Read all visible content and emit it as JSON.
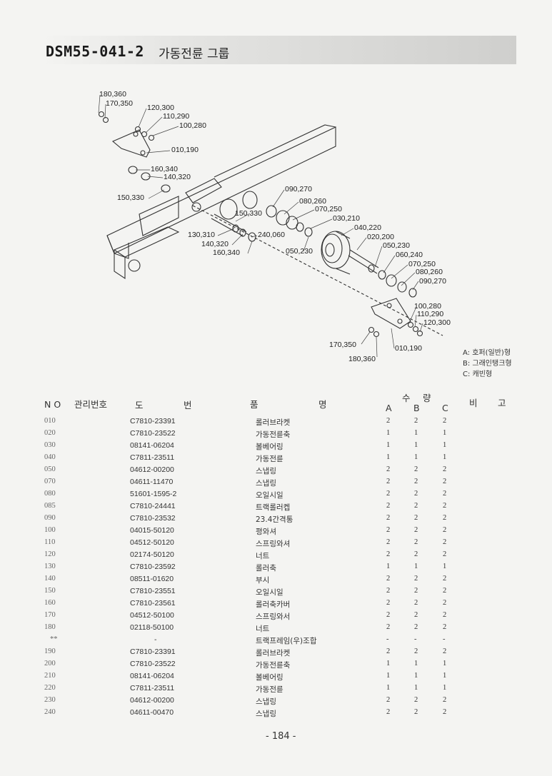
{
  "header": {
    "code": "DSM55-041-2",
    "name": "가동전륜 그룹"
  },
  "callouts": [
    "180,360",
    "170,350",
    "120,300",
    "110,290",
    "100,280",
    "010,190",
    "160,340",
    "140,320",
    "150,330",
    "090,270",
    "080,260",
    "070,250",
    "150,330",
    "030,210",
    "040,220",
    "020,200",
    "130,310",
    "240,060",
    "140,320",
    "050,230",
    "160,340",
    "050,230",
    "060,240",
    "070,250",
    "080,260",
    "090,270",
    "100,280",
    "110,290",
    "120,300",
    "170,350",
    "010,190",
    "180,360"
  ],
  "legend": {
    "a": "A: 호퍼(일반)형",
    "b": "B: 그래인탱크형",
    "c": "C: 캐빈형"
  },
  "table_header": {
    "no": "N O",
    "mgmt": "관리번호",
    "drawing_1": "도",
    "drawing_2": "번",
    "name_1": "품",
    "name_2": "명",
    "qty_1": "수",
    "qty_2": "량",
    "a": "A",
    "b": "B",
    "c": "C",
    "remarks_1": "비",
    "remarks_2": "고"
  },
  "rows": [
    {
      "no": "010",
      "drawing": "C7810-23391",
      "name": "롤러브라켓",
      "a": "2",
      "b": "2",
      "c": "2"
    },
    {
      "no": "020",
      "drawing": "C7810-23522",
      "name": "가동전륜축",
      "a": "1",
      "b": "1",
      "c": "1"
    },
    {
      "no": "030",
      "drawing": "08141-06204",
      "name": "볼베어링",
      "a": "1",
      "b": "1",
      "c": "1"
    },
    {
      "no": "040",
      "drawing": "C7811-23511",
      "name": "가동전륜",
      "a": "1",
      "b": "1",
      "c": "1"
    },
    {
      "no": "050",
      "drawing": "04612-00200",
      "name": "스냅링",
      "a": "2",
      "b": "2",
      "c": "2"
    },
    {
      "no": "070",
      "drawing": "04611-11470",
      "name": "스냅링",
      "a": "2",
      "b": "2",
      "c": "2"
    },
    {
      "no": "080",
      "drawing": "51601-1595-2",
      "name": "오일시일",
      "a": "2",
      "b": "2",
      "c": "2"
    },
    {
      "no": "085",
      "drawing": "C7810-24441",
      "name": "트랙롤러켑",
      "a": "2",
      "b": "2",
      "c": "2"
    },
    {
      "no": "090",
      "drawing": "C7810-23532",
      "name": "23.4간격통",
      "a": "2",
      "b": "2",
      "c": "2"
    },
    {
      "no": "100",
      "drawing": "04015-50120",
      "name": "평와셔",
      "a": "2",
      "b": "2",
      "c": "2"
    },
    {
      "no": "110",
      "drawing": "04512-50120",
      "name": "스프링와셔",
      "a": "2",
      "b": "2",
      "c": "2"
    },
    {
      "no": "120",
      "drawing": "02174-50120",
      "name": "너트",
      "a": "2",
      "b": "2",
      "c": "2"
    },
    {
      "no": "130",
      "drawing": "C7810-23592",
      "name": "롤러축",
      "a": "1",
      "b": "1",
      "c": "1"
    },
    {
      "no": "140",
      "drawing": "08511-01620",
      "name": "부시",
      "a": "2",
      "b": "2",
      "c": "2"
    },
    {
      "no": "150",
      "drawing": "C7810-23551",
      "name": "오일시일",
      "a": "2",
      "b": "2",
      "c": "2"
    },
    {
      "no": "160",
      "drawing": "C7810-23561",
      "name": "롤러축카버",
      "a": "2",
      "b": "2",
      "c": "2"
    },
    {
      "no": "170",
      "drawing": "04512-50100",
      "name": "스프링와서",
      "a": "2",
      "b": "2",
      "c": "2"
    },
    {
      "no": "180",
      "drawing": "02118-50100",
      "name": "너트",
      "a": "2",
      "b": "2",
      "c": "2"
    },
    {
      "no": "**",
      "drawing": "-",
      "name": "트랙프레임(우)조합",
      "a": "-",
      "b": "-",
      "c": "-"
    },
    {
      "no": "190",
      "drawing": "C7810-23391",
      "name": "롤러브라켓",
      "a": "2",
      "b": "2",
      "c": "2"
    },
    {
      "no": "200",
      "drawing": "C7810-23522",
      "name": "가동전륜축",
      "a": "1",
      "b": "1",
      "c": "1"
    },
    {
      "no": "210",
      "drawing": "08141-06204",
      "name": "볼베어링",
      "a": "1",
      "b": "1",
      "c": "1"
    },
    {
      "no": "220",
      "drawing": "C7811-23511",
      "name": "가동전륜",
      "a": "1",
      "b": "1",
      "c": "1"
    },
    {
      "no": "230",
      "drawing": "04612-00200",
      "name": "스냅링",
      "a": "2",
      "b": "2",
      "c": "2"
    },
    {
      "no": "240",
      "drawing": "04611-00470",
      "name": "스냅링",
      "a": "2",
      "b": "2",
      "c": "2"
    }
  ],
  "page_number": "- 184 -"
}
